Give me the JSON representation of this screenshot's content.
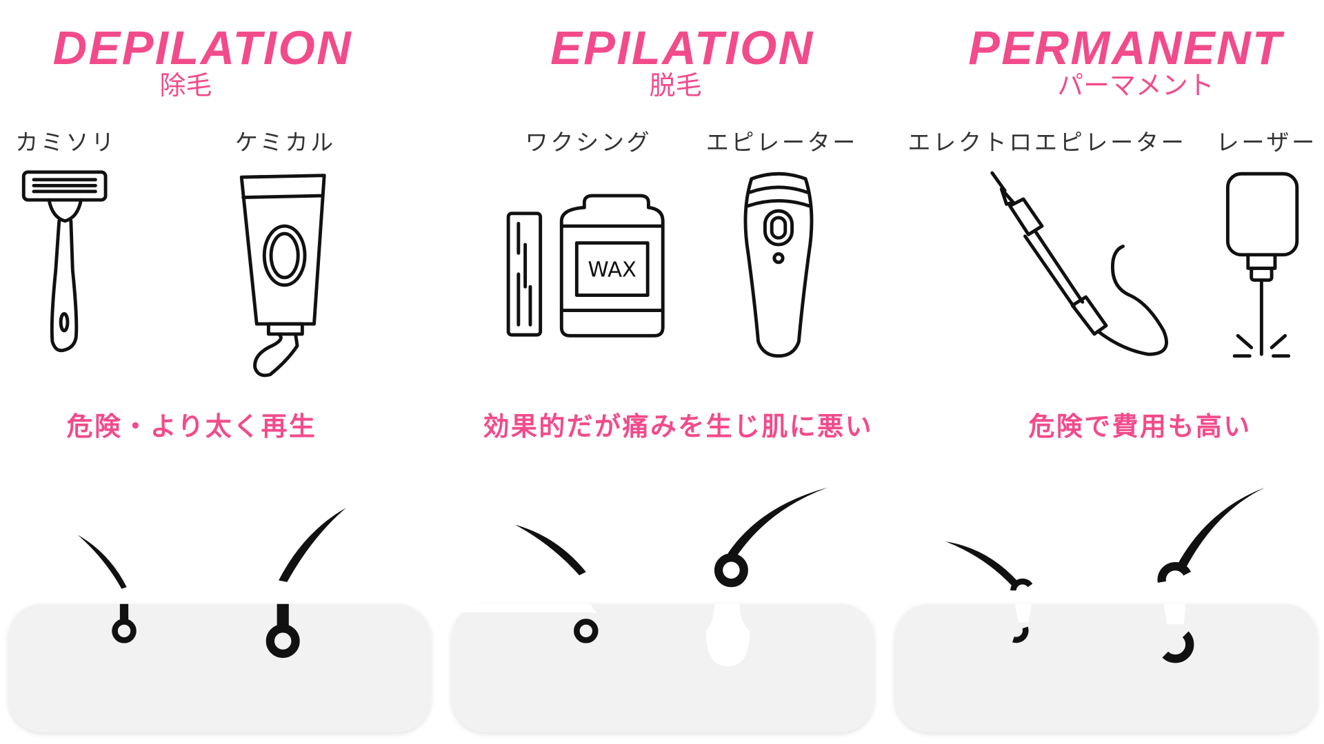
{
  "columns": [
    {
      "title": "DEPILATION",
      "subtitle": "除毛",
      "methods": [
        "カミソリ",
        "ケミカル"
      ],
      "caption": "危険・より太く再生"
    },
    {
      "title": "EPILATION",
      "subtitle": "脱毛",
      "methods": [
        "ワクシング",
        "エピレーター"
      ],
      "caption": "効果的だが痛みを生じ肌に悪い"
    },
    {
      "title": "PERMANENT",
      "subtitle": "パーマメント",
      "methods": [
        "エレクトロエピレーター",
        "レーザー"
      ],
      "caption": "危険で費用も高い"
    }
  ],
  "wax_label": "WAX",
  "colors": {
    "accent": "#f24b8c",
    "skin": "#f2f2f2",
    "ink": "#111111"
  }
}
